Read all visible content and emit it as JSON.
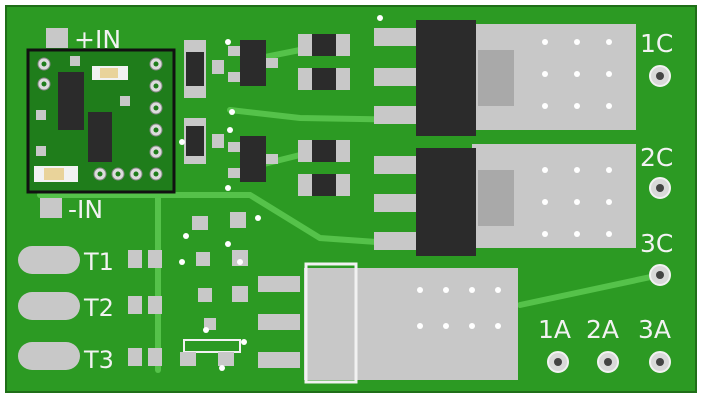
{
  "board": {
    "colors": {
      "pcb": "#2c9a23",
      "trace": "#55c24a",
      "silkscreen": "#f2f2f2",
      "pad": "#c8c8c8",
      "ic_body": "#2b2b2b",
      "submodule": "#1f7d1b"
    },
    "labels": {
      "plus_in": "+IN",
      "minus_in": "-IN",
      "out_1c": "1C",
      "out_2c": "2C",
      "out_3c": "3C",
      "out_1a": "1A",
      "out_2a": "2A",
      "out_3a": "3A",
      "t1": "T1",
      "t2": "T2",
      "t3": "T3"
    }
  }
}
